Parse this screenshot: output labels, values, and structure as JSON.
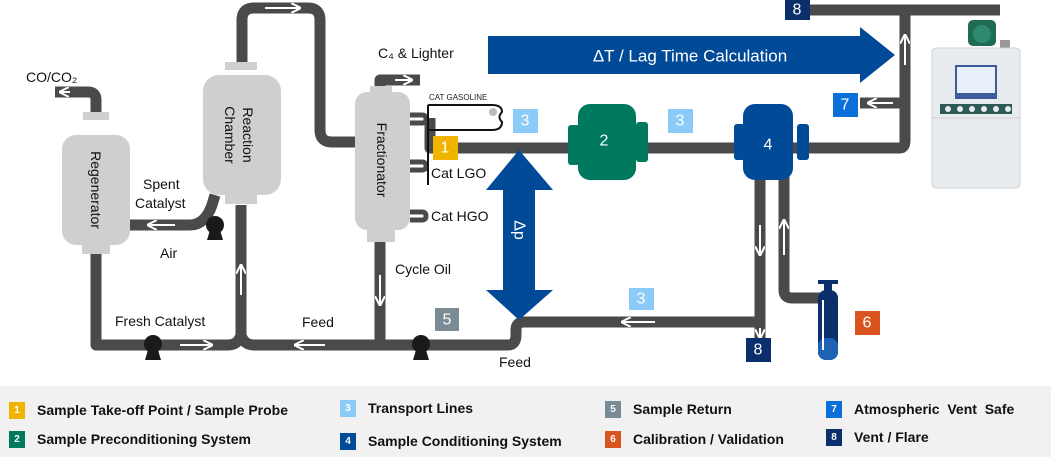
{
  "colors": {
    "pipe": "#4a4a4a",
    "vessel": "#cfcfcf",
    "probe": "#f0b400",
    "precond": "#007a5e",
    "transport": "#8ccaf7",
    "conditioning": "#004a98",
    "return": "#7a8b95",
    "calibration": "#d9541e",
    "atm_vent": "#0a6fd8",
    "vent_flare": "#0b2f6b",
    "legend_bg": "#f1f1f1"
  },
  "vessels": {
    "regenerator": "Regenerator",
    "reaction_chamber_line1": "Reaction",
    "reaction_chamber_line2": "Chamber",
    "fractionator": "Fractionator"
  },
  "labels": {
    "co_co2": "CO/CO₂",
    "c4_lighter": "C₄ & Lighter",
    "cat_gasoline": "CAT GASOLINE",
    "cat_lgo": "Cat LGO",
    "cat_hgo": "Cat HGO",
    "spent_catalyst_line1": "Spent",
    "spent_catalyst_line2": "Catalyst",
    "air": "Air",
    "cycle_oil": "Cycle Oil",
    "fresh_catalyst": "Fresh Catalyst",
    "feed_left": "Feed",
    "feed_right": "Feed",
    "lag_time": "ΔT / Lag Time Calculation",
    "delta_p": "Δp"
  },
  "badges": {
    "probe": "1",
    "precond": "2",
    "transport": "3",
    "conditioning": "4",
    "return": "5",
    "calibration": "6",
    "atm_vent": "7",
    "vent_flare": "8"
  },
  "legend": [
    {
      "num": "1",
      "label": "Sample Take-off Point / Sample Probe",
      "color": "#f0b400"
    },
    {
      "num": "2",
      "label": "Sample Preconditioning System",
      "color": "#007a5e"
    },
    {
      "num": "3",
      "label": "Transport Lines",
      "color": "#8ccaf7"
    },
    {
      "num": "4",
      "label": "Sample Conditioning System",
      "color": "#004a98"
    },
    {
      "num": "5",
      "label": "Sample Return",
      "color": "#7a8b95"
    },
    {
      "num": "6",
      "label": "Calibration / Validation",
      "color": "#d9541e"
    },
    {
      "num": "7",
      "label": "Atmospheric  Vent  Safe",
      "color": "#0a6fd8"
    },
    {
      "num": "8",
      "label": "Vent / Flare",
      "color": "#0b2f6b"
    }
  ]
}
